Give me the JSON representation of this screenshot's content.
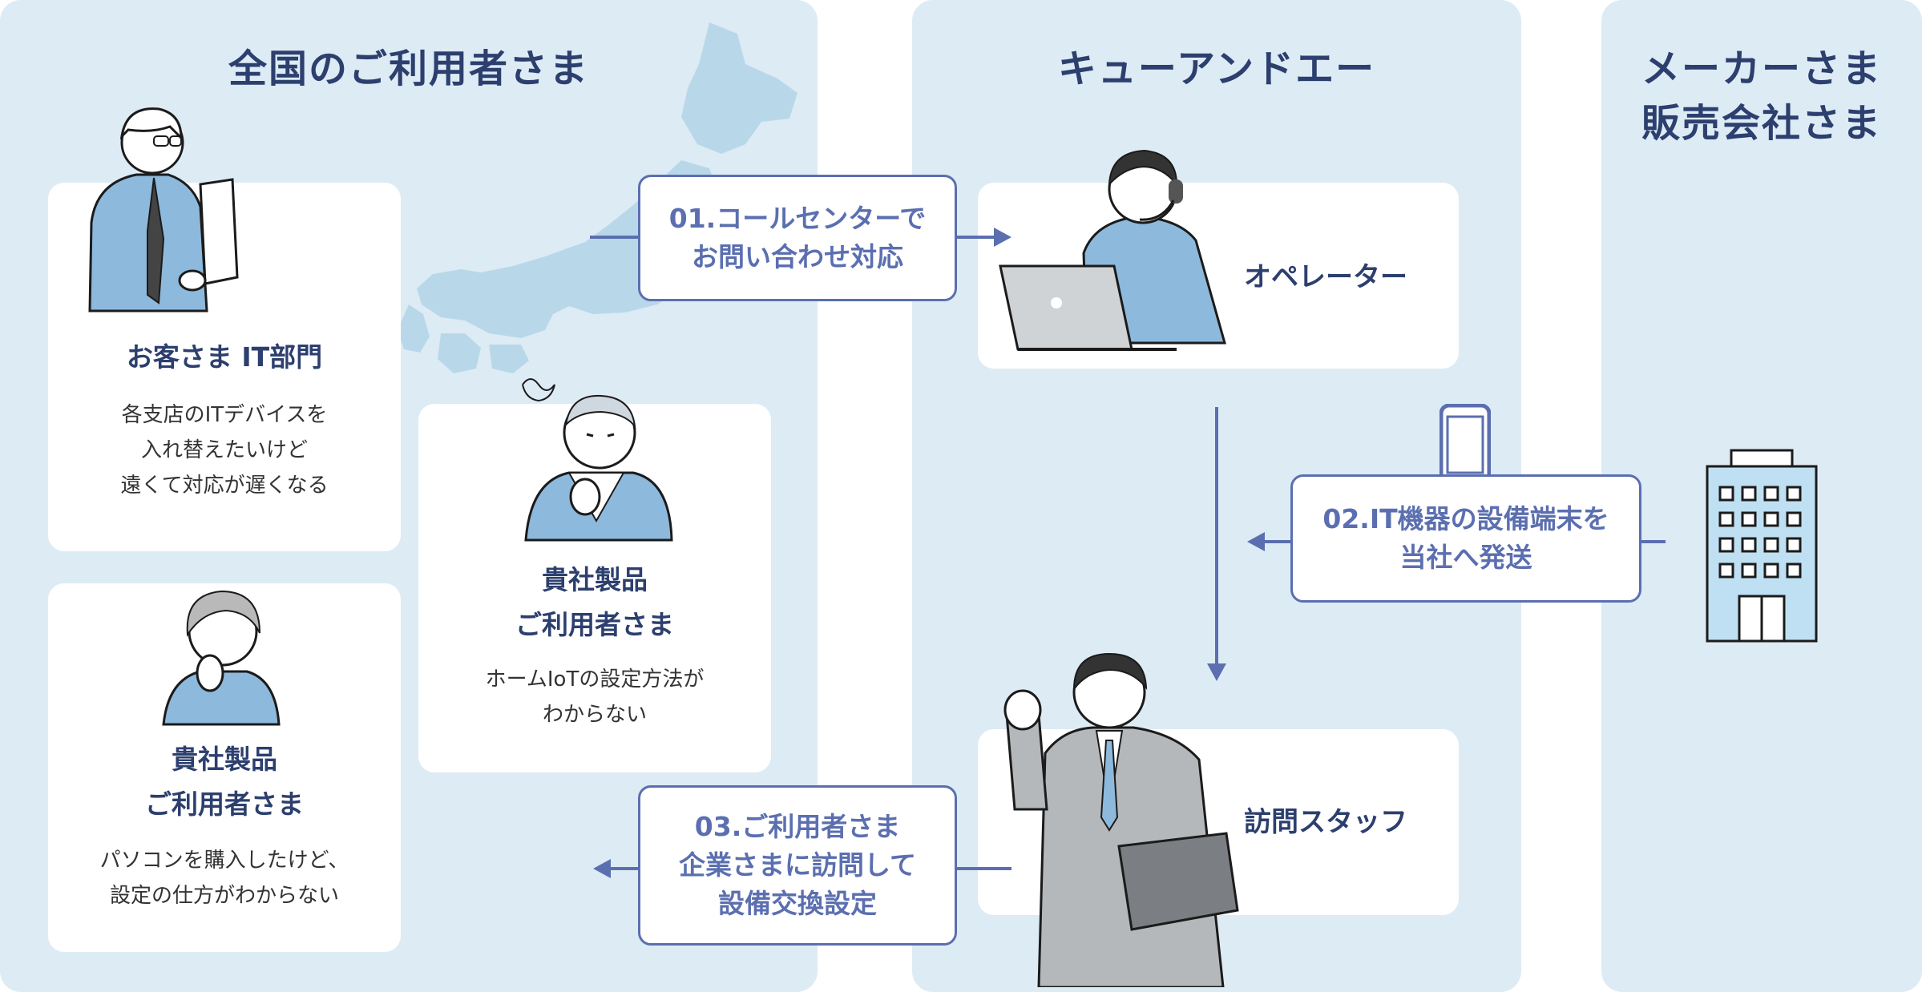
{
  "columns": {
    "users": {
      "title": "全国のご利用者さま"
    },
    "qa": {
      "title": "キューアンドエー"
    },
    "maker": {
      "title_line1": "メーカーさま",
      "title_line2": "販売会社さま"
    }
  },
  "cards": {
    "it_dept": {
      "title": "お客さま IT部門",
      "desc_line1": "各支店のITデバイスを",
      "desc_line2": "入れ替えたいけど",
      "desc_line3": "遠くて対応が遅くなる"
    },
    "home_iot": {
      "title_line1": "貴社製品",
      "title_line2": "ご利用者さま",
      "desc_line1": "ホームIoTの設定方法が",
      "desc_line2": "わからない"
    },
    "pc_user": {
      "title_line1": "貴社製品",
      "title_line2": "ご利用者さま",
      "desc_line1": "パソコンを購入したけど、",
      "desc_line2": "設定の仕方がわからない"
    }
  },
  "roles": {
    "operator": "オペレーター",
    "visit_staff": "訪問スタッフ"
  },
  "steps": {
    "s1": {
      "line1": "01.コールセンターで",
      "line2": "お問い合わせ対応"
    },
    "s2": {
      "line1": "02.IT機器の設備端末を",
      "line2": "当社へ発送"
    },
    "s3": {
      "line1": "03.ご利用者さま",
      "line2": "企業さまに訪問して",
      "line3": "設備交換設定"
    }
  },
  "colors": {
    "panel": "#ddebf5",
    "accent": "#5b6fb0",
    "title": "#2c3f6e",
    "map": "#b8d8ea",
    "shirt": "#8db9dc"
  },
  "icons": [
    "japan-map",
    "thinking-man",
    "worried-elder",
    "worried-woman",
    "operator-with-headset",
    "smartphone-icon",
    "office-building-icon",
    "business-staff"
  ]
}
